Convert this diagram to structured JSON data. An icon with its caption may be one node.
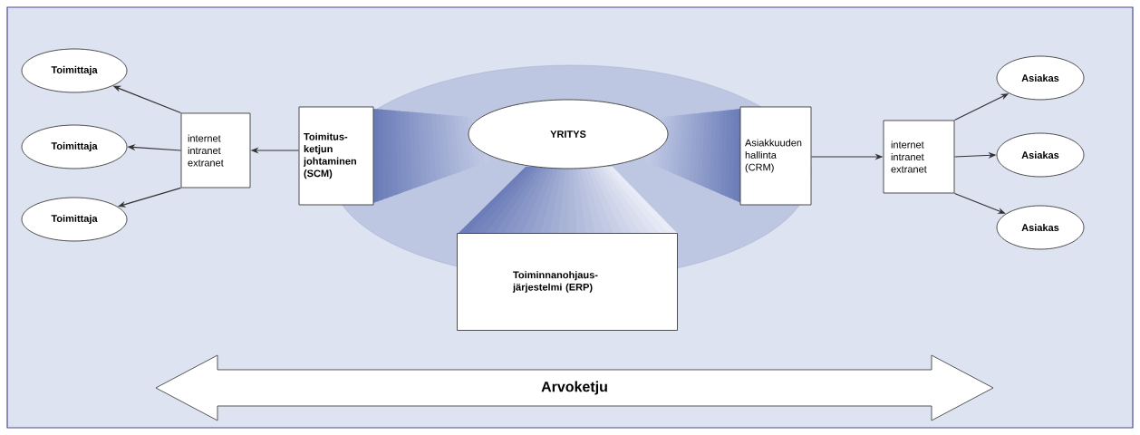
{
  "diagram": {
    "nodes": [
      {
        "text": [
          "Toimittaja"
        ]
      },
      {
        "text": [
          "Toimittaja"
        ]
      },
      {
        "text": [
          "Toimittaja"
        ]
      },
      {
        "text": [
          "internet intranet extranet"
        ]
      },
      {
        "text": [
          "Toimitus- ketjun johtaminen (SCM)"
        ]
      },
      {
        "text": [
          "YRITYS"
        ]
      },
      {
        "text": [
          "Asiakkuuden hallinta (CRM)"
        ]
      },
      {
        "text": [
          "Toiminnanohjaus- järjestelmi (ERP)"
        ]
      },
      {
        "text": [
          "internet intranet extranet"
        ]
      },
      {
        "text": [
          "Asiakas"
        ]
      },
      {
        "text": [
          "Asiakas"
        ]
      },
      {
        "text": [
          "Asiakas"
        ]
      },
      {
        "text": [
          "Arvoketju"
        ]
      }
    ],
    "edges": [
      {
        "from": 4,
        "to": 3,
        "arrow": "to"
      },
      {
        "from": 3,
        "to": 0,
        "arrow": "to"
      },
      {
        "from": 3,
        "to": 1,
        "arrow": "to"
      },
      {
        "from": 3,
        "to": 2,
        "arrow": "to"
      },
      {
        "from": 6,
        "to": 8,
        "arrow": "to"
      },
      {
        "from": 8,
        "to": 9,
        "arrow": "to"
      },
      {
        "from": 8,
        "to": 10,
        "arrow": "to"
      },
      {
        "from": 8,
        "to": 11,
        "arrow": "to"
      }
    ]
  }
}
